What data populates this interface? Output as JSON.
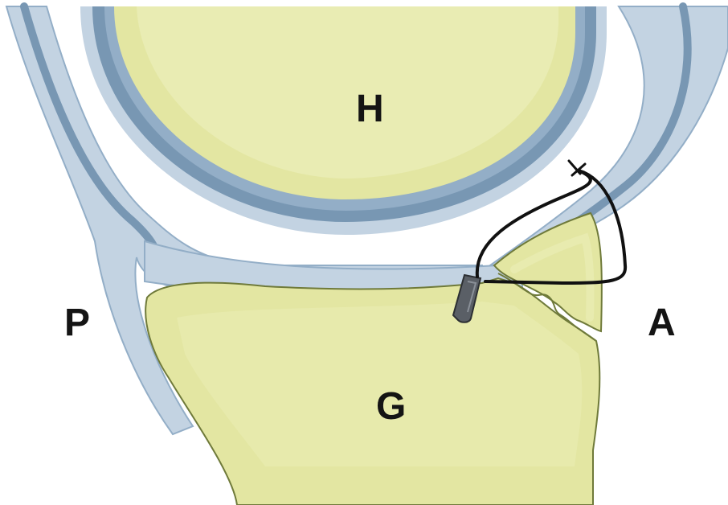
{
  "labels": {
    "humerus": "H",
    "glenoid": "G",
    "posterior": "P",
    "anterior": "A"
  },
  "colors": {
    "bone": "#e3e6a2",
    "bone_light": "#e9ecb3",
    "bone_edge": "#6f7a3a",
    "cartilage_light": "#c3d3e2",
    "cartilage_mid": "#93aec7",
    "cartilage_dark": "#7897b3",
    "suture": "#111111",
    "anchor": "#5a5f66"
  }
}
